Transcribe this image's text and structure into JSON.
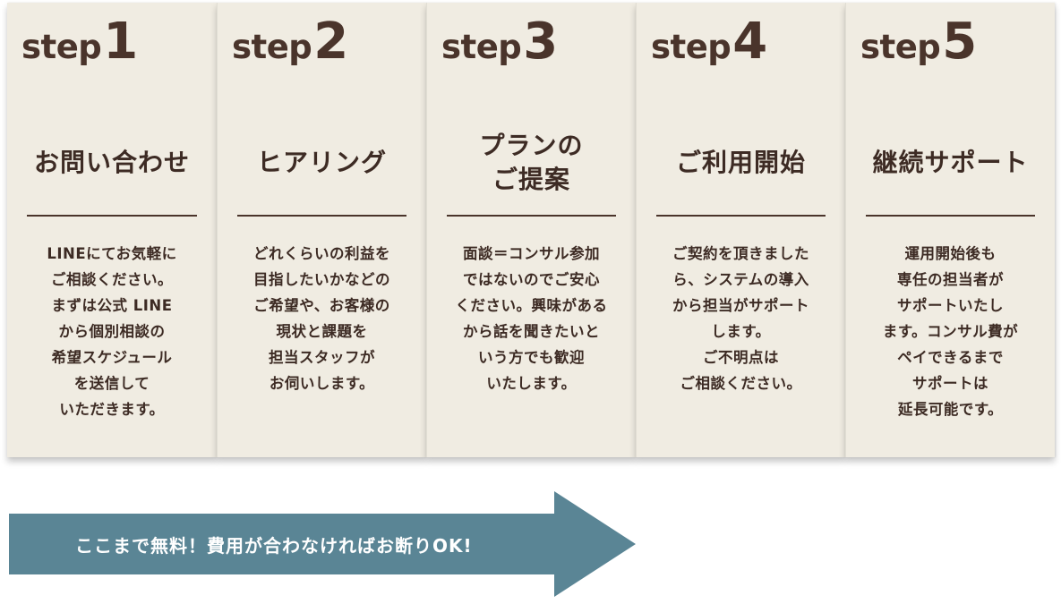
{
  "steps": [
    {
      "word": "step",
      "number": "1",
      "title": "お問い合わせ",
      "body": "LINEにてお気軽に\nご相談ください。\nまずは公式 LINE\nから個別相談の\n希望スケジュール\nを送信して\nいただきます。"
    },
    {
      "word": "step",
      "number": "2",
      "title": "ヒアリング",
      "body": "どれくらいの利益を\n目指したいかなどの\nご希望や、お客様の\n現状と課題を\n担当スタッフが\nお伺いします。"
    },
    {
      "word": "step",
      "number": "3",
      "title": "プランの\nご提案",
      "body": "面談＝コンサル参加\nではないのでご安心\nください。興味がある\nから話を聞きたいと\nいう方でも歓迎\nいたします。"
    },
    {
      "word": "step",
      "number": "4",
      "title": "ご利用開始",
      "body": "ご契約を頂きました\nら、システムの導入\nから担当がサポート\nします。\nご不明点は\nご相談ください。"
    },
    {
      "word": "step",
      "number": "5",
      "title": "継続サポート",
      "body": "運用開始後も\n専任の担当者が\nサポートいたし\nます。コンサル費が\nペイできるまで\nサポートは\n延長可能です。"
    }
  ],
  "arrow": {
    "text": "ここまで無料！費用が合わなければお断りOK!"
  },
  "colors": {
    "card_background": "#f0ece2",
    "text_brown": "#3d2b24",
    "arrow_fill": "#5a8595"
  }
}
